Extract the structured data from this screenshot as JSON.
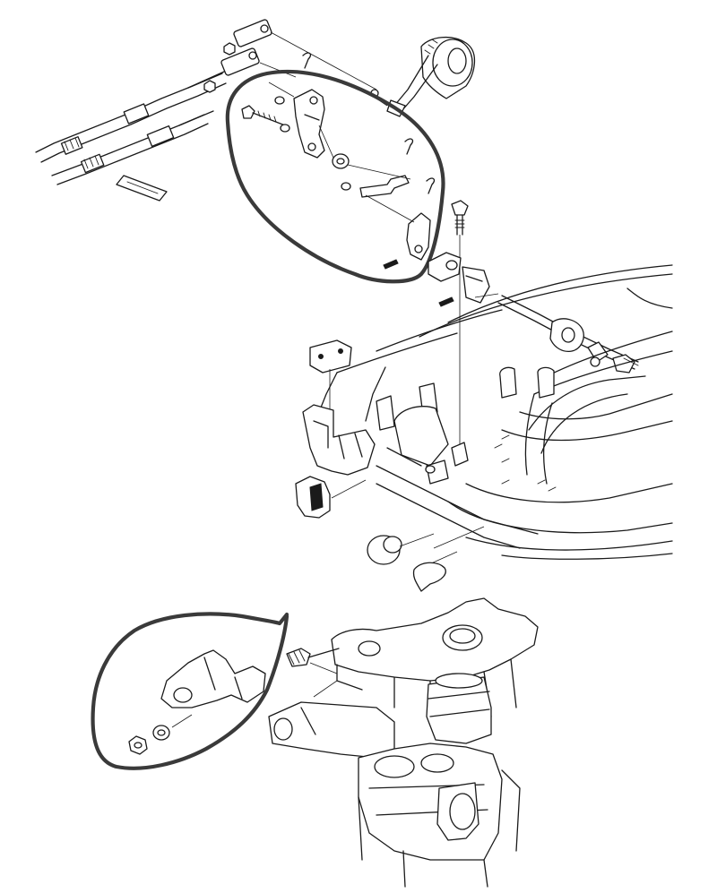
{
  "diagram": {
    "kind": "exploded-parts-view",
    "highlight_color": "#3a3a3a",
    "line_color": "#1a1a1a",
    "background": "#ffffff",
    "callouts": [
      "upper-shift-linkage-assembly",
      "lower-mounting-bracket"
    ]
  }
}
